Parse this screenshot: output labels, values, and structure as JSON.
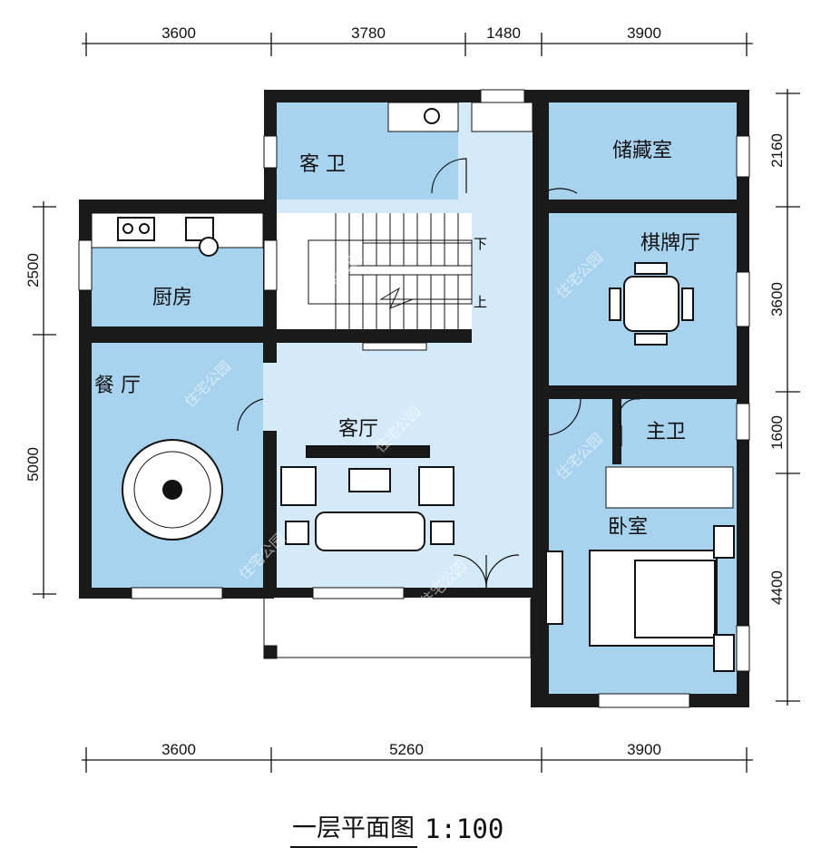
{
  "dimensions": {
    "top": [
      "3600",
      "3780",
      "1480",
      "3900"
    ],
    "bottom": [
      "3600",
      "5260",
      "3900"
    ],
    "left": [
      "2500",
      "5000"
    ],
    "right": [
      "2160",
      "3600",
      "1600",
      "4400"
    ]
  },
  "rooms": {
    "guest_bath": "客 卫",
    "storage": "储藏室",
    "chess_room": "棋牌厅",
    "kitchen": "厨房",
    "dining": "餐 厅",
    "living": "客厅",
    "master_bath": "主卫",
    "bedroom": "卧室"
  },
  "stairs": {
    "down": "下",
    "up": "上"
  },
  "title": "一层平面图",
  "scale": "1:100",
  "watermark": "住宅公园",
  "colors": {
    "room": "#a8d3ef",
    "corridor": "#d5eaf8",
    "wall": "#1a1a1a"
  }
}
